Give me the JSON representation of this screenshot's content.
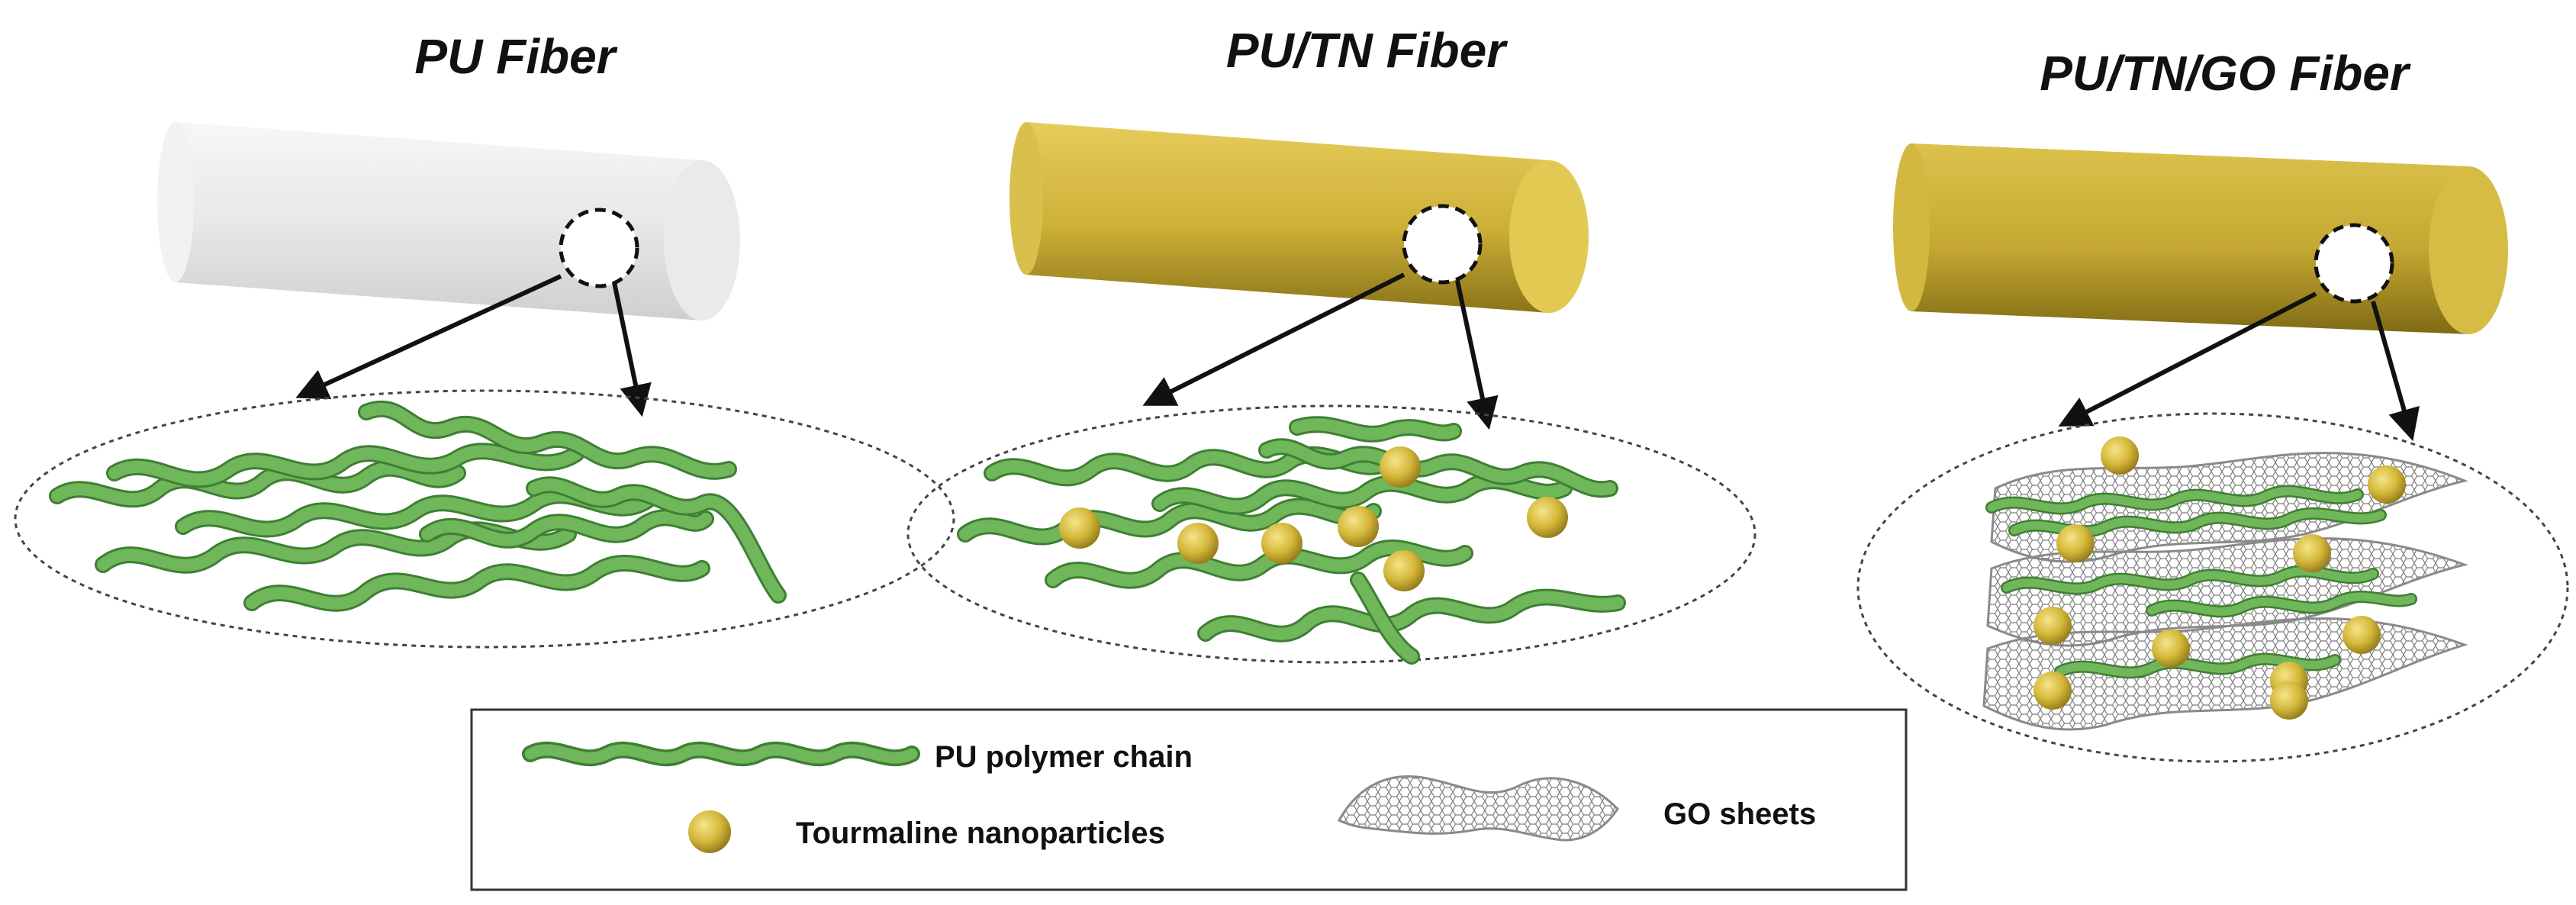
{
  "panels": [
    {
      "title": "PU Fiber",
      "fiber_color": "#eeeeee",
      "has_tn": false,
      "has_go": false
    },
    {
      "title": "PU/TN Fiber",
      "fiber_color": "#d8be3e",
      "has_tn": true,
      "has_go": false
    },
    {
      "title": "PU/TN/GO Fiber",
      "fiber_color": "#cdb138",
      "has_tn": true,
      "has_go": true
    }
  ],
  "legend": {
    "chain_label": "PU polymer chain",
    "particle_label": "Tourmaline nanoparticles",
    "go_label": "GO sheets"
  },
  "colors": {
    "chain": "#6fb75a",
    "chain_dark": "#3f7f34",
    "particle": "#d4b83a",
    "particle_dark": "#8e7618",
    "go_mesh": "#8a8a8a"
  }
}
